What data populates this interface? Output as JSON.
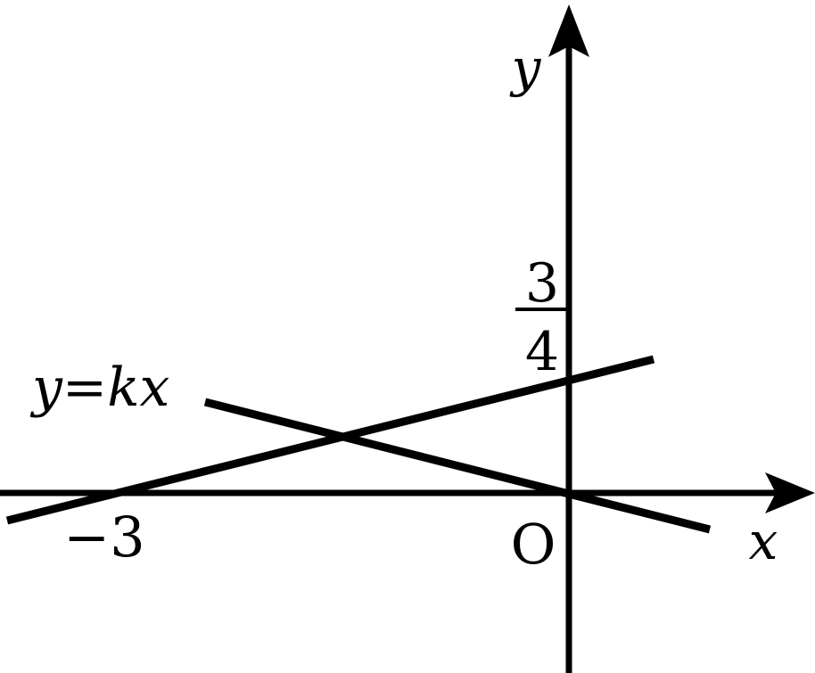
{
  "diagram": {
    "axes": {
      "x_label": "x",
      "y_label": "y",
      "origin_label": "O"
    },
    "intercepts": {
      "x_intercept_label": "−3",
      "y_intercept_numerator": "3",
      "y_intercept_denominator": "4"
    },
    "line_label_parts": {
      "y": "y",
      "eq": "=",
      "kx": "kx"
    },
    "colors": {
      "ink": "#000000",
      "background": "#ffffff"
    }
  }
}
